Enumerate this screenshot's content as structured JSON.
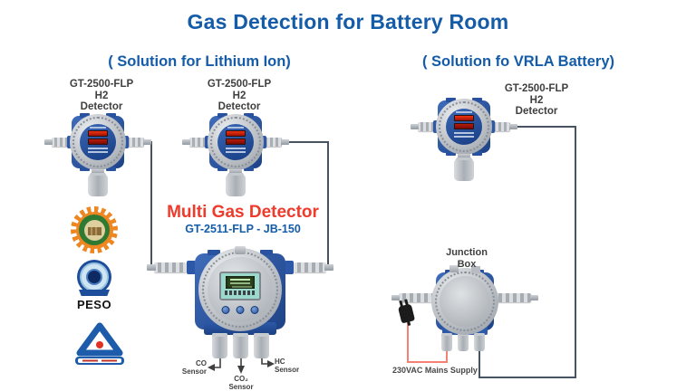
{
  "title": "Gas Detection for Battery Room",
  "colors": {
    "heading_blue": "#145ca8",
    "accent_red": "#ee3b2b",
    "label_dark": "#3f3f3f",
    "wire_dark": "#475360",
    "wire_red": "#f58073",
    "device_blue": "#2c58a7",
    "led_red": "#ff3b14",
    "lcd_teal": "#9bd9cc"
  },
  "lithium": {
    "subtitle": "( Solution for Lithium Ion)",
    "detector1": {
      "l1": "GT-2500-FLP",
      "l2": "H2",
      "l3": "Detector"
    },
    "detector2": {
      "l1": "GT-2500-FLP",
      "l2": "H2",
      "l3": "Detector"
    },
    "multi_gas": {
      "name": "Multi Gas Detector",
      "model": "GT-2511-FLP - JB-150",
      "sensor_co": {
        "l1": "CO",
        "l2": "Sensor"
      },
      "sensor_co2": {
        "l1": "CO₂",
        "l2": "Sensor"
      },
      "sensor_hc": {
        "l1": "HC",
        "l2": "Sensor"
      }
    }
  },
  "vrla": {
    "subtitle": "( Solution fo VRLA Battery)",
    "detector": {
      "l1": "GT-2500-FLP",
      "l2": "H2",
      "l3": "Detector"
    },
    "junction": {
      "l1": "Junction",
      "l2": "Box"
    },
    "mains": "230VAC Mains Supply"
  },
  "certifications": {
    "peso": "PESO"
  }
}
